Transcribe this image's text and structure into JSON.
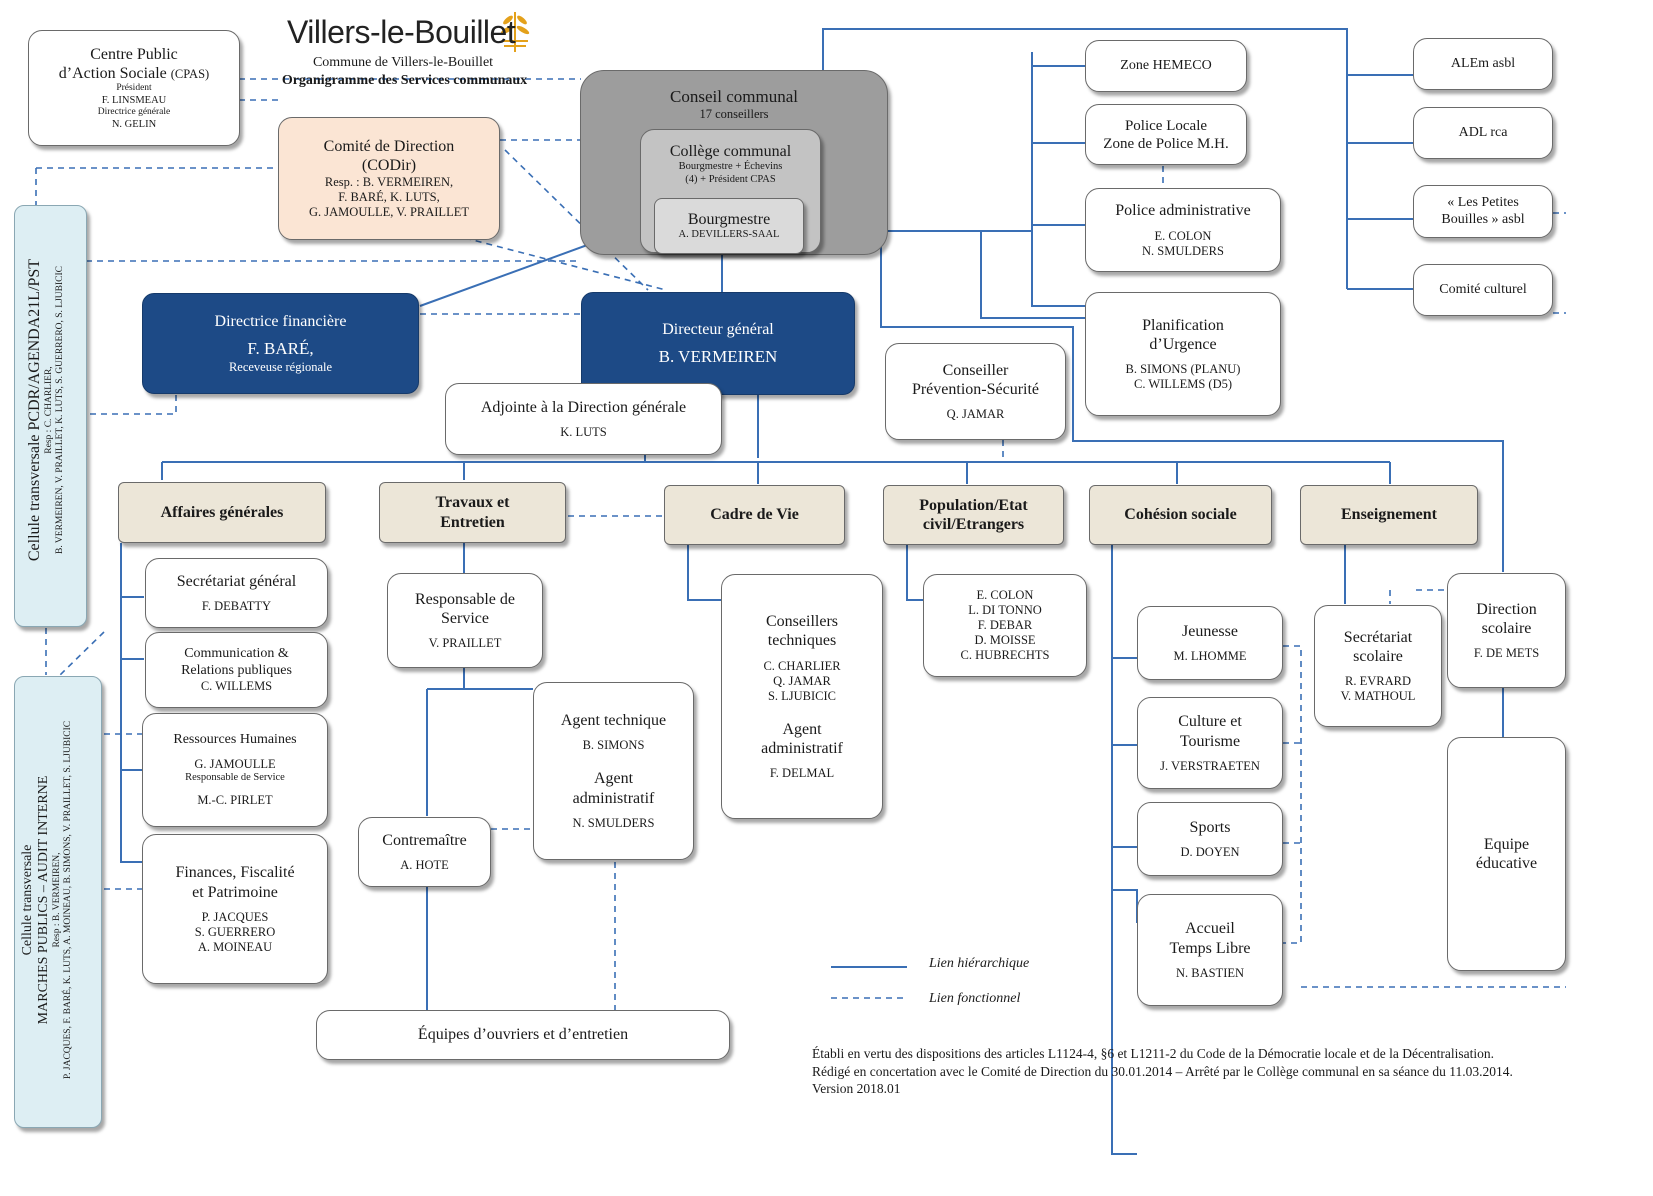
{
  "header": {
    "title": "Villers-le-Bouillet",
    "subtitle": "Commune de Villers-le-Bouillet",
    "doc_title": "Organigramme des Services communaux"
  },
  "colors": {
    "hierarchical_line": "#3a6fb5",
    "navy": "#1d4a86",
    "dept": "#ece6d8",
    "peach": "#fbe5d4",
    "teal": "#ddeef3"
  },
  "cpas": {
    "name1": "Centre Public",
    "name2": "d’Action Sociale",
    "abbr": "(CPAS)",
    "role1": "Président",
    "person1": "F. LINSMEAU",
    "role2": "Directrice générale",
    "person2": "N. GELIN"
  },
  "codir": {
    "name1": "Comité de Direction",
    "name2": "(CODir)",
    "resp1": "Resp. : B. VERMEIREN,",
    "resp2": "F. BARÉ, K. LUTS,",
    "resp3": "G. JAMOULLE, V. PRAILLET"
  },
  "conseil": {
    "name": "Conseil communal",
    "count": "17 conseillers"
  },
  "college": {
    "name": "Collège communal",
    "desc1": "Bourgmestre + Échevins",
    "desc2": "(4) + Président CPAS"
  },
  "bourgmestre": {
    "name": "Bourgmestre",
    "person": "A. DEVILLERS-SAAL"
  },
  "fin_dir": {
    "title": "Directrice financière",
    "person": "F. BARÉ,",
    "role": "Receveuse régionale"
  },
  "dg": {
    "title": "Directeur général",
    "person": "B. VERMEIREN"
  },
  "adjointe": {
    "title": "Adjointe à la Direction générale",
    "person": "K. LUTS"
  },
  "zone_hemeco": "Zone HEMECO",
  "police_locale": {
    "line1": "Police Locale",
    "line2": "Zone de Police M.H."
  },
  "police_admin": {
    "title": "Police administrative",
    "p1": "E. COLON",
    "p2": "N. SMULDERS"
  },
  "planif": {
    "line1": "Planification",
    "line2": "d’Urgence",
    "p1": "B. SIMONS (PLANU)",
    "p2": "C. WILLEMS (D5)"
  },
  "conseiller_prev": {
    "line1": "Conseiller",
    "line2": "Prévention-Sécurité",
    "person": "Q. JAMAR"
  },
  "right_entities": {
    "alem": "ALEm asbl",
    "adl": "ADL rca",
    "petites1": "« Les Petites",
    "petites2": "Bouilles » asbl",
    "culturel": "Comité culturel"
  },
  "cell_pcdr": {
    "title": "Cellule transversale PCDR/AGENDA21L/PST",
    "resp1": "Resp : C. CHARLIER,",
    "resp2": "B. VERMEIREN, V. PRAILLET, K. LUTS, S. GUERRERO, S. LJUBICIC"
  },
  "cell_mp": {
    "title1": "Cellule transversale",
    "title2": "MARCHES PUBLICS – AUDIT INTERNE",
    "resp1": "Resp : B. VERMEIREN,",
    "resp2": "P. JACQUES, F. BARÉ, K. LUTS, A. MOINEAU, B. SIMONS, V. PRAILLET, S. LJUBICIC"
  },
  "departments": {
    "affaires": "Affaires générales",
    "travaux1": "Travaux et",
    "travaux2": "Entretien",
    "cadre": "Cadre de Vie",
    "population1": "Population/Etat",
    "population2": "civil/Etrangers",
    "cohesion": "Cohésion sociale",
    "enseignement": "Enseignement"
  },
  "ag": {
    "secretariat": {
      "title": "Secrétariat général",
      "person": "F. DEBATTY"
    },
    "comm": {
      "line1": "Communication &",
      "line2": "Relations publiques",
      "person": "C. WILLEMS"
    },
    "rh": {
      "title": "Ressources Humaines",
      "p1": "G. JAMOULLE",
      "p1role": "Responsable de Service",
      "p2": "M.-C. PIRLET"
    },
    "finances": {
      "line1": "Finances, Fiscalité",
      "line2": "et Patrimoine",
      "p1": "P. JACQUES",
      "p2": "S. GUERRERO",
      "p3": "A. MOINEAU"
    }
  },
  "travaux": {
    "responsable": {
      "line1": "Responsable de",
      "line2": "Service",
      "person": "V. PRAILLET"
    },
    "agent": {
      "t1": "Agent technique",
      "p1": "B. SIMONS",
      "t2a": "Agent",
      "t2b": "administratif",
      "p2": "N. SMULDERS"
    },
    "contremaitre": {
      "title": "Contremaître",
      "person": "A. HOTE"
    },
    "equipes": "Équipes d’ouvriers et d’entretien"
  },
  "cadre": {
    "t1a": "Conseillers",
    "t1b": "techniques",
    "p1": "C. CHARLIER",
    "p2": "Q. JAMAR",
    "p3": "S. LJUBICIC",
    "t2a": "Agent",
    "t2b": "administratif",
    "p4": "F. DELMAL"
  },
  "population": {
    "p1": "E. COLON",
    "p2": "L. DI TONNO",
    "p3": "F. DEBAR",
    "p4": "D. MOISSE",
    "p5": "C. HUBRECHTS"
  },
  "cohesion": {
    "jeunesse": {
      "title": "Jeunesse",
      "person": "M. LHOMME"
    },
    "culture": {
      "line1": "Culture et",
      "line2": "Tourisme",
      "person": "J. VERSTRAETEN"
    },
    "sports": {
      "title": "Sports",
      "person": "D. DOYEN"
    },
    "atl": {
      "line1": "Accueil",
      "line2": "Temps Libre",
      "person": "N. BASTIEN"
    }
  },
  "enseignement": {
    "secretariat": {
      "line1": "Secrétariat",
      "line2": "scolaire",
      "p1": "R. EVRARD",
      "p2": "V. MATHOUL"
    },
    "direction": {
      "line1": "Direction",
      "line2": "scolaire",
      "person": "F. DE METS"
    },
    "equipe": {
      "line1": "Equipe",
      "line2": "éducative"
    }
  },
  "legend": {
    "hier": "Lien hiérarchique",
    "func": "Lien fonctionnel"
  },
  "footer": {
    "line1": "Établi en vertu des dispositions des articles L1124-4, §6 et L1211-2 du Code de la Démocratie locale et de la Décentralisation.",
    "line2": "Rédigé en concertation avec le Comité de Direction du 30.01.2014 – Arrêté par le Collège communal en sa séance du 11.03.2014.",
    "line3": "Version 2018.01"
  }
}
